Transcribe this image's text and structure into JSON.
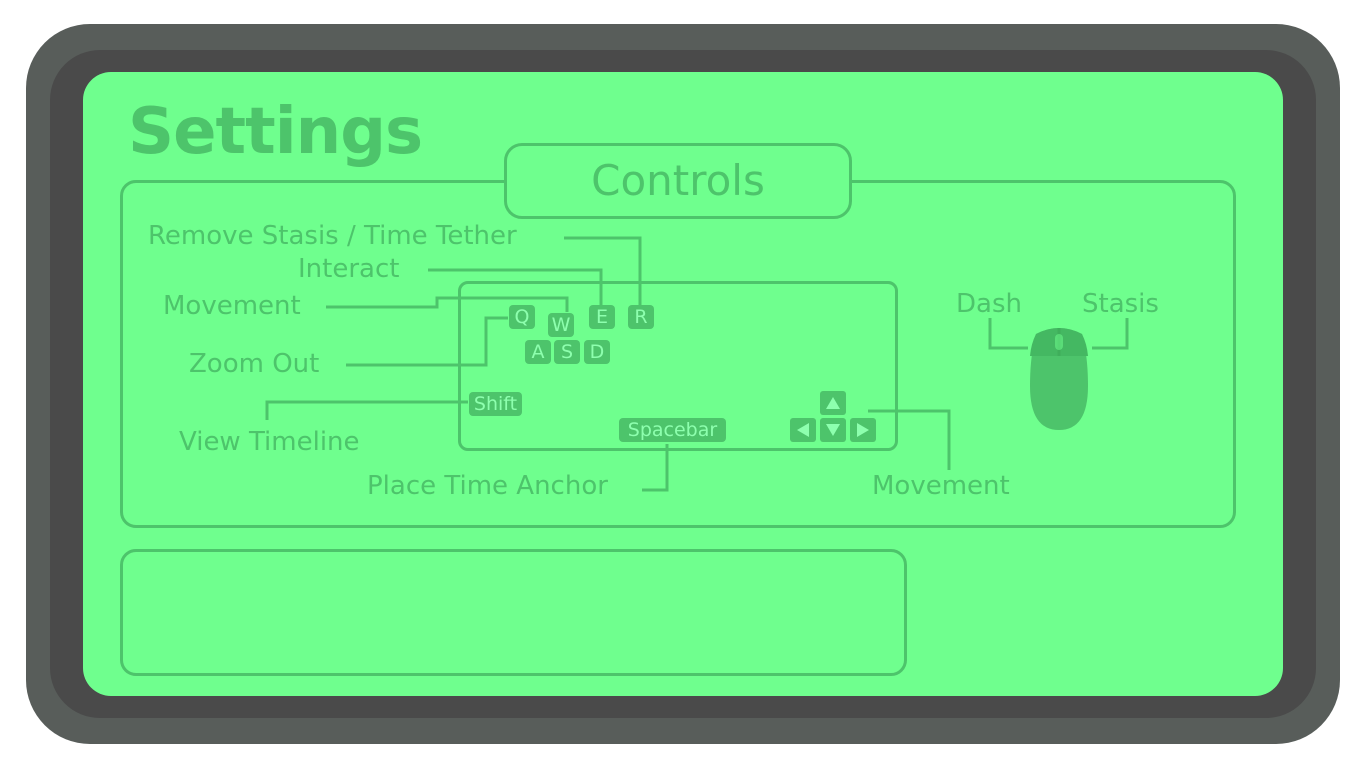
{
  "page": {
    "title": "Settings"
  },
  "tab": {
    "label": "Controls"
  },
  "labels": {
    "remove_stasis": "Remove Stasis / Time Tether",
    "interact": "Interact",
    "movement_keys": "Movement",
    "zoom_out": "Zoom Out",
    "view_timeline": "View Timeline",
    "place_anchor": "Place Time Anchor",
    "movement_arrows": "Movement",
    "dash": "Dash",
    "stasis": "Stasis"
  },
  "keys": {
    "q": "Q",
    "w": "W",
    "e": "E",
    "r": "R",
    "a": "A",
    "s": "S",
    "d": "D",
    "shift": "Shift",
    "spacebar": "Spacebar"
  },
  "arrow_keys": [
    "up-arrow-icon",
    "left-arrow-icon",
    "down-arrow-icon",
    "right-arrow-icon"
  ],
  "mouse_icon": "mouse-icon",
  "colors": {
    "screen": "#6fff8e",
    "accent": "#4dc46b",
    "key_text": "#8dffae",
    "bezel_outer": "#585d5a",
    "bezel_inner": "#4a4a4a"
  }
}
